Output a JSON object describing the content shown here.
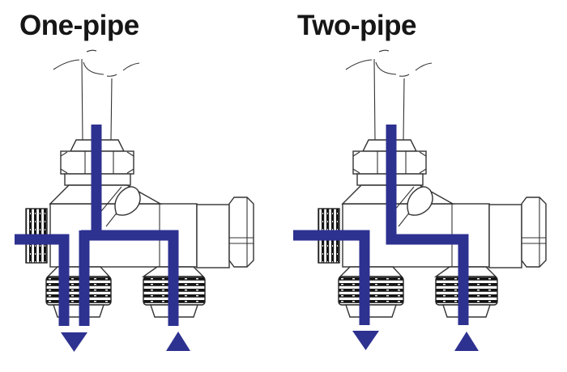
{
  "diagrams": [
    {
      "id": "one-pipe",
      "label": "One-pipe",
      "valve": "H-block radiator valve, side view",
      "arrows": [
        {
          "name": "flow-down-arrow",
          "direction": "down",
          "position": "bottom-left"
        },
        {
          "name": "flow-up-arrow",
          "direction": "up",
          "position": "bottom-right"
        }
      ]
    },
    {
      "id": "two-pipe",
      "label": "Two-pipe",
      "valve": "H-block radiator valve, side view",
      "arrows": [
        {
          "name": "flow-down-arrow",
          "direction": "down",
          "position": "bottom-left"
        },
        {
          "name": "flow-up-arrow",
          "direction": "up",
          "position": "bottom-right"
        }
      ]
    }
  ],
  "colors": {
    "flow": "#2d3190",
    "outline": "#333333",
    "thread": "#151515",
    "text": "#161616",
    "background": "#ffffff"
  }
}
